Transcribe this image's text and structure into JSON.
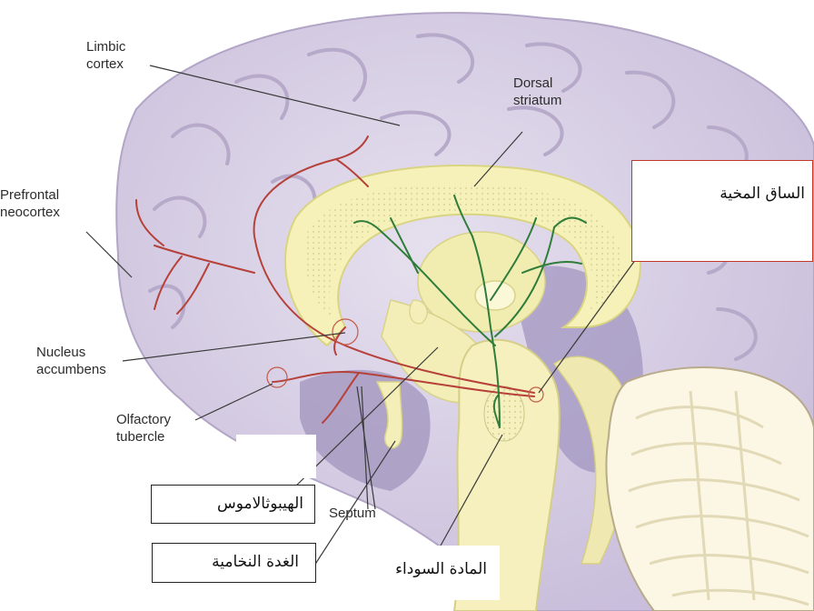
{
  "labels_en": {
    "limbic_cortex": "Limbic\ncortex",
    "dorsal_striatum": "Dorsal\nstriatum",
    "prefrontal_neocortex": "Prefrontal\nneocortex",
    "nucleus_accumbens": "Nucleus\naccumbens",
    "olfactory_tubercle": "Olfactory\ntubercle",
    "septum": "Septum"
  },
  "labels_ar": {
    "brainstem": "الساق المخية",
    "hypothalamus": "الهيبوثالاموس",
    "pituitary": "الغدة النخامية",
    "substantia_nigra": "المادة السوداء"
  },
  "colors": {
    "brain": "#d7cfe3",
    "brain_dark": "#b7a9cc",
    "striatum": "#f4f0b5",
    "dopamine_pathway_red": "#b5413a",
    "dopamine_pathway_green": "#2f7d3a",
    "box_border_red": "#c0392b"
  }
}
